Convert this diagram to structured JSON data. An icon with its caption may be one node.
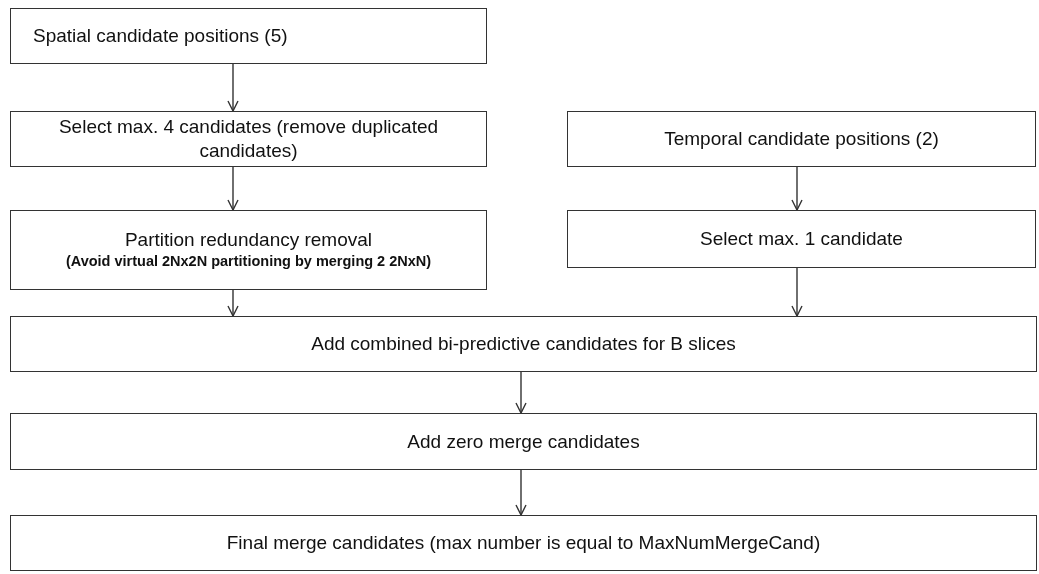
{
  "diagram": {
    "nodes": [
      {
        "text": [
          "Spatial candidate positions (5)"
        ]
      },
      {
        "text": [
          "Select max. 4 candidates (remove duplicated candidates)"
        ]
      },
      {
        "text": [
          "Temporal candidate positions (2)"
        ]
      },
      {
        "text": [
          "Partition redundancy removal",
          "(Avoid virtual 2Nx2N partitioning by merging 2 2NxN)"
        ]
      },
      {
        "text": [
          "Select max. 1 candidate"
        ]
      },
      {
        "text": [
          "Add combined bi-predictive candidates for B slices"
        ]
      },
      {
        "text": [
          "Add zero merge candidates"
        ]
      },
      {
        "text": [
          "Final merge candidates (max number is equal to MaxNumMergeCand)"
        ]
      }
    ],
    "edges": [
      {
        "from": 0,
        "to": 1,
        "arrow": "to"
      },
      {
        "from": 1,
        "to": 3,
        "arrow": "to"
      },
      {
        "from": 2,
        "to": 4,
        "arrow": "to"
      },
      {
        "from": 3,
        "to": 5,
        "arrow": "to"
      },
      {
        "from": 4,
        "to": 5,
        "arrow": "to"
      },
      {
        "from": 5,
        "to": 6,
        "arrow": "to"
      },
      {
        "from": 6,
        "to": 7,
        "arrow": "to"
      }
    ]
  }
}
